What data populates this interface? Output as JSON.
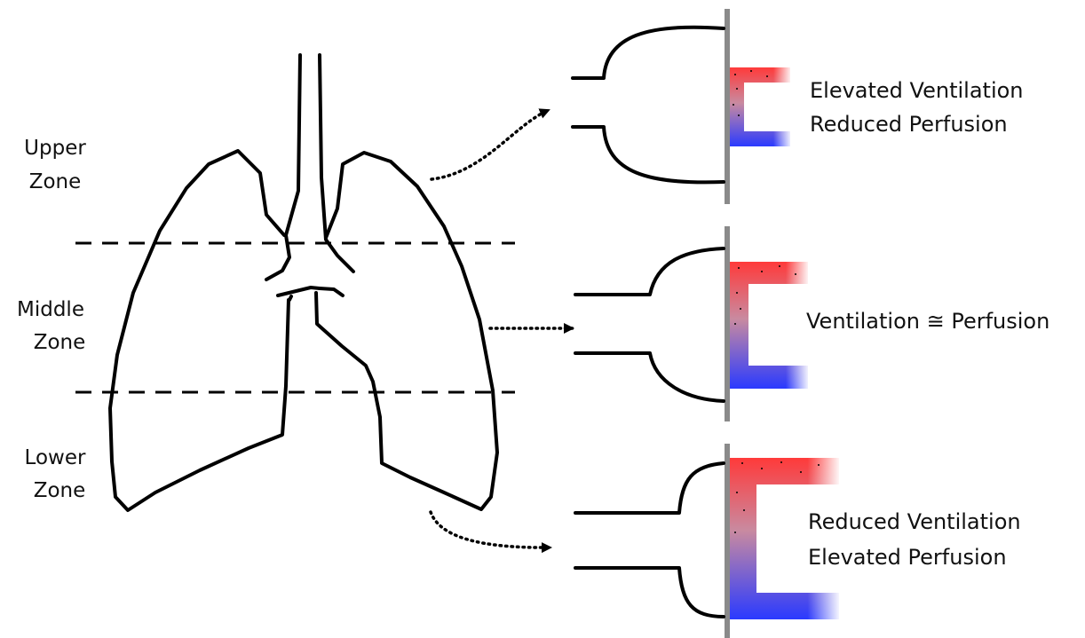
{
  "zones": {
    "upper": {
      "line1": "Upper",
      "line2": "Zone"
    },
    "middle": {
      "line1": "Middle",
      "line2": "Zone"
    },
    "lower": {
      "line1": "Lower",
      "line2": "Zone"
    }
  },
  "alveoli": {
    "upper": {
      "line1": "Elevated Ventilation",
      "line2": "Reduced Perfusion"
    },
    "middle": {
      "line1": "Ventilation ≅ Perfusion"
    },
    "lower": {
      "line1": "Reduced Ventilation",
      "line2": "Elevated Perfusion"
    }
  },
  "colors": {
    "oxygenated": "#ff3a3a",
    "deoxygenated": "#2a3aff",
    "wall": "#8a8a8a"
  }
}
